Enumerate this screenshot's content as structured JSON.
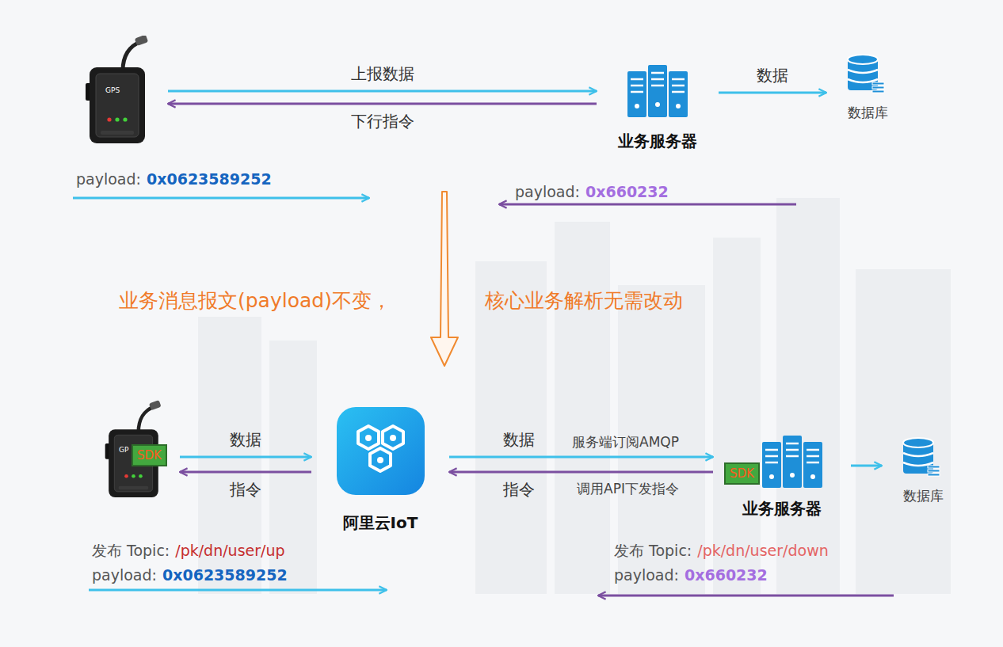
{
  "diagram": {
    "nodes": [
      {
        "text": [
          "GPS"
        ]
      },
      {
        "text": [
          "业务服务器"
        ]
      },
      {
        "text": [
          "数据库"
        ]
      },
      {
        "text": [
          "GP"
        ]
      },
      {
        "text": [
          "SDK"
        ],
        "in": 3
      },
      {
        "text": [
          "阿里云IoT"
        ]
      },
      {
        "text": [
          "业务服务器"
        ]
      },
      {
        "text": [
          "SDK"
        ],
        "in": 6
      },
      {
        "text": [
          "数据库"
        ]
      }
    ],
    "edges": [
      {
        "from": 0,
        "to": 1,
        "arrow": "to",
        "label": "上报数据"
      },
      {
        "from": 1,
        "to": 0,
        "arrow": "to",
        "label": "下行指令"
      },
      {
        "from": 1,
        "to": 2,
        "arrow": "to",
        "label": "数据"
      },
      {
        "from": 3,
        "to": 5,
        "arrow": "to",
        "label": "数据"
      },
      {
        "from": 5,
        "to": 3,
        "arrow": "to",
        "label": "指令"
      },
      {
        "from": 5,
        "to": 6,
        "arrow": "to",
        "label": "数据"
      },
      {
        "from": 6,
        "to": 5,
        "arrow": "to",
        "label": "指令"
      },
      {
        "from": 6,
        "to": 8,
        "arrow": "to"
      }
    ],
    "labels": [
      "payload:",
      "0x0623589252",
      "payload:",
      "0x660232",
      "业务消息报文(payload)不变，",
      "核心业务解析无需改动",
      "服务端订阅AMQP",
      "调用API下发指令",
      "发布 Topic:",
      "/pk/dn/user/up",
      "payload:",
      "0x0623589252",
      "发布 Topic:",
      "/pk/dn/user/down",
      "payload:",
      "0x660232"
    ]
  }
}
